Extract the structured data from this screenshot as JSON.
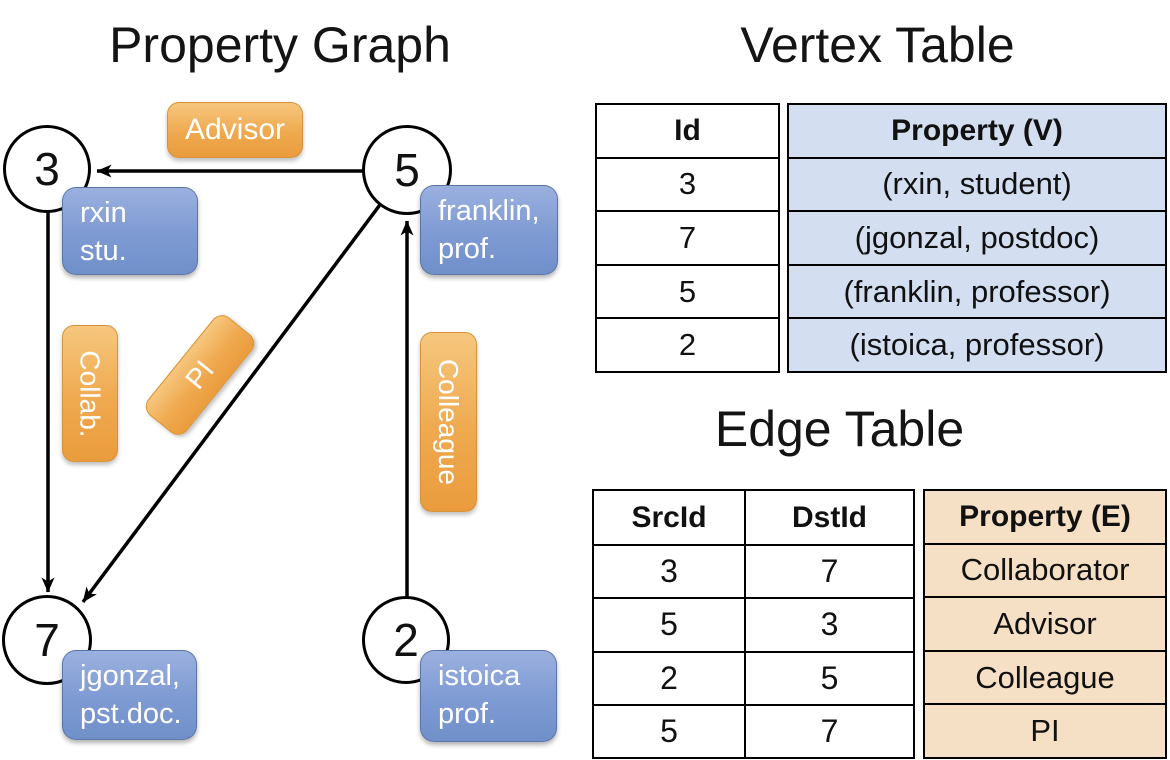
{
  "titles": {
    "graph": "Property Graph",
    "vertex_table": "Vertex Table",
    "edge_table": "Edge Table"
  },
  "graph": {
    "nodes": {
      "n3": {
        "id": "3",
        "line1": "rxin",
        "line2": "stu."
      },
      "n5": {
        "id": "5",
        "line1": "franklin,",
        "line2": "prof."
      },
      "n7": {
        "id": "7",
        "line1": "jgonzal,",
        "line2": "pst.doc."
      },
      "n2": {
        "id": "2",
        "line1": "istoica",
        "line2": "prof."
      }
    },
    "edge_labels": {
      "advisor": "Advisor",
      "collab": "Collab.",
      "pi": "PI",
      "colleague": "Colleague"
    }
  },
  "vertex_table": {
    "id_header": "Id",
    "property_header": "Property (V)",
    "rows": [
      {
        "id": "3",
        "property": "(rxin, student)"
      },
      {
        "id": "7",
        "property": "(jgonzal, postdoc)"
      },
      {
        "id": "5",
        "property": "(franklin, professor)"
      },
      {
        "id": "2",
        "property": "(istoica, professor)"
      }
    ]
  },
  "edge_table": {
    "src_header": "SrcId",
    "dst_header": "DstId",
    "property_header": "Property (E)",
    "rows": [
      {
        "src": "3",
        "dst": "7",
        "property": "Collaborator"
      },
      {
        "src": "5",
        "dst": "3",
        "property": "Advisor"
      },
      {
        "src": "2",
        "dst": "5",
        "property": "Colleague"
      },
      {
        "src": "5",
        "dst": "7",
        "property": "PI"
      }
    ]
  },
  "colors": {
    "edge_label_orange": "#EFA94F",
    "vertex_box_blue": "#7E9AD3",
    "vertex_cell_blue": "#D3DEF1",
    "edge_cell_tan": "#F5DFC5",
    "line_black": "#000000"
  }
}
